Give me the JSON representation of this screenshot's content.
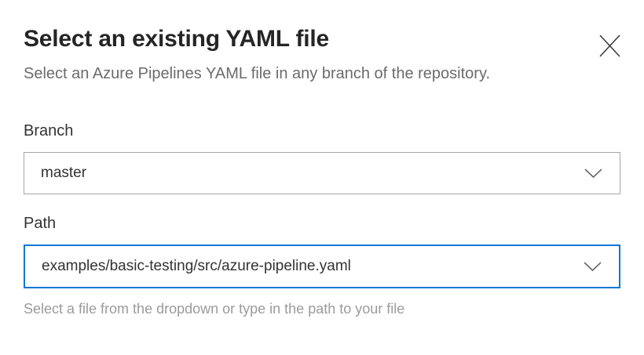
{
  "dialog": {
    "title": "Select an existing YAML file",
    "subtitle": "Select an Azure Pipelines YAML file in any branch of the repository.",
    "close_label": "Close"
  },
  "form": {
    "branch": {
      "label": "Branch",
      "value": "master"
    },
    "path": {
      "label": "Path",
      "value": "examples/basic-testing/src/azure-pipeline.yaml",
      "helper": "Select a file from the dropdown or type in the path to your file"
    }
  },
  "icons": {
    "close": "close-icon",
    "dropdown": "chevron-down-icon"
  },
  "colors": {
    "accent_focus_border": "#0078d4",
    "default_border": "#a6a6a6",
    "title_text": "#252525",
    "secondary_text": "#6b6b6b",
    "helper_text": "#9b9b9b",
    "value_text": "#333333",
    "background": "#ffffff"
  }
}
